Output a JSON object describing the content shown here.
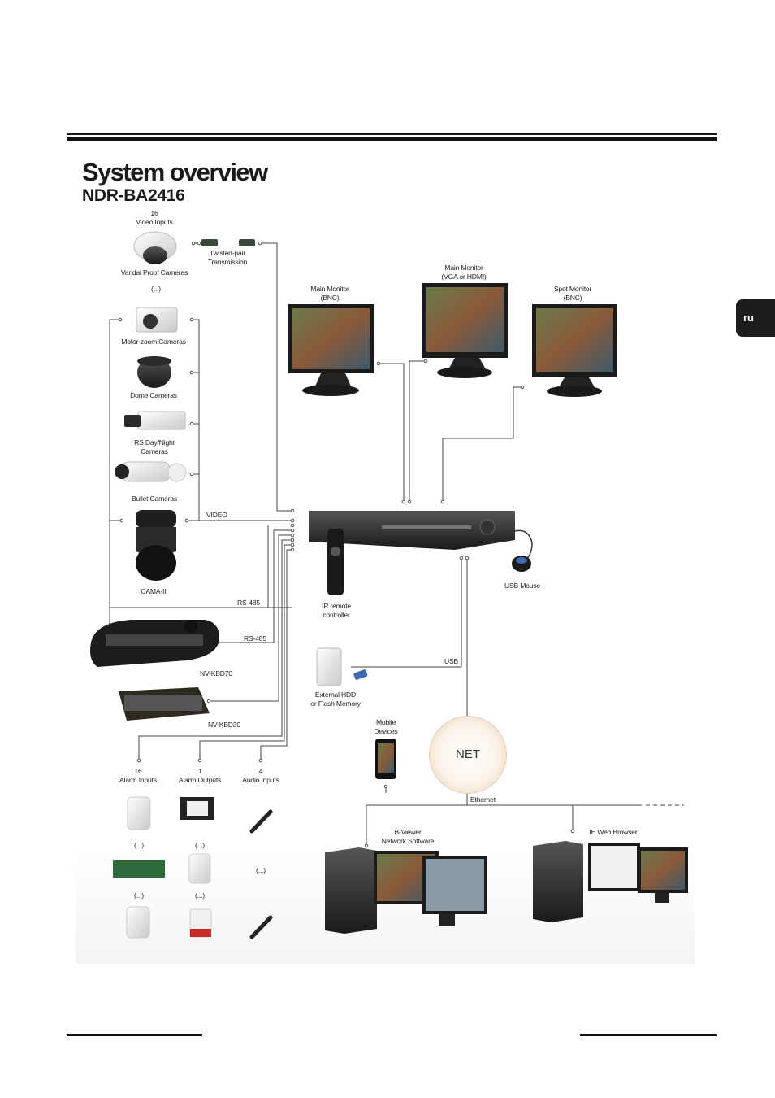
{
  "page": {
    "title": "System overview",
    "subtitle": "NDR-BA2416",
    "tab_label": "ru"
  },
  "cameras": {
    "video_inputs_count": "16",
    "video_inputs_label": "Video Inputs",
    "vandal_proof": "Vandal Proof Cameras",
    "ellipsis_1": "(...)",
    "twisted_pair_1": "Twisted-pair",
    "twisted_pair_2": "Transmission",
    "motor_zoom": "Motor-zoom Cameras",
    "dome": "Dome Cameras",
    "rs_day_night_1": "RS Day/Night",
    "rs_day_night_2": "Cameras",
    "bullet": "Bullet Cameras",
    "cama": "CAMA-III"
  },
  "links": {
    "video": "VIDEO",
    "rs485_1": "RS-485",
    "rs485_2": "RS-485",
    "usb": "USB",
    "ethernet": "Ethernet"
  },
  "keyboards": {
    "kbd70": "NV-KBD70",
    "kbd30": "NV-KBD30"
  },
  "monitors": {
    "main_bnc_1": "Main Monitor",
    "main_bnc_2": "(BNC)",
    "main_vga_1": "Main Monitor",
    "main_vga_2": "(VGA or HDMI)",
    "spot_1": "Spot Monitor",
    "spot_2": "(BNC)"
  },
  "dvr": {
    "usb_mouse": "USB Mouse",
    "ir_remote_1": "IR remote",
    "ir_remote_2": "controller",
    "ext_hdd_1": "External HDD",
    "ext_hdd_2": "or Flash Memory"
  },
  "io": {
    "alarm_in_count": "16",
    "alarm_in_label": "Alarm Inputs",
    "alarm_out_count": "1",
    "alarm_out_label": "Alarm Outputs",
    "audio_in_count": "4",
    "audio_in_label": "Audio Inputs",
    "dots_a": "(...)",
    "dots_b": "(...)",
    "dots_c": "(...)",
    "dots_d": "(...)",
    "dots_e": "(...)"
  },
  "network": {
    "net": "NET",
    "mobile_1": "Mobile",
    "mobile_2": "Devices",
    "bviewer_1": "B-Viewer",
    "bviewer_2": "Network Software",
    "ie_browser": "IE Web Browser"
  },
  "colors": {
    "line": "#444444",
    "rule": "#111111",
    "tab": "#1c1c1c",
    "net_glow": "#e2c3a0"
  }
}
